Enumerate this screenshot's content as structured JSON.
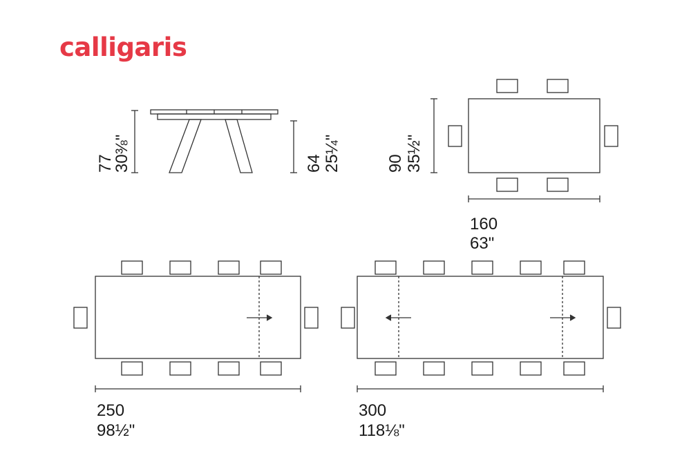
{
  "brand": {
    "name": "calligaris",
    "color": "#e63946"
  },
  "elevation": {
    "height_label": "77",
    "height_label_in": "30⅜\"",
    "clearance_label": "64",
    "clearance_label_in": "25¼\""
  },
  "plan_closed": {
    "depth_label": "90",
    "depth_label_in": "35½\"",
    "length_label": "160",
    "length_label_in": "63\""
  },
  "plan_one_extension": {
    "length_label": "250",
    "length_label_in": "98½\""
  },
  "plan_two_extensions": {
    "length_label": "300",
    "length_label_in": "118⅛\""
  },
  "colors": {
    "line": "#333333",
    "text": "#1a1a1a"
  }
}
